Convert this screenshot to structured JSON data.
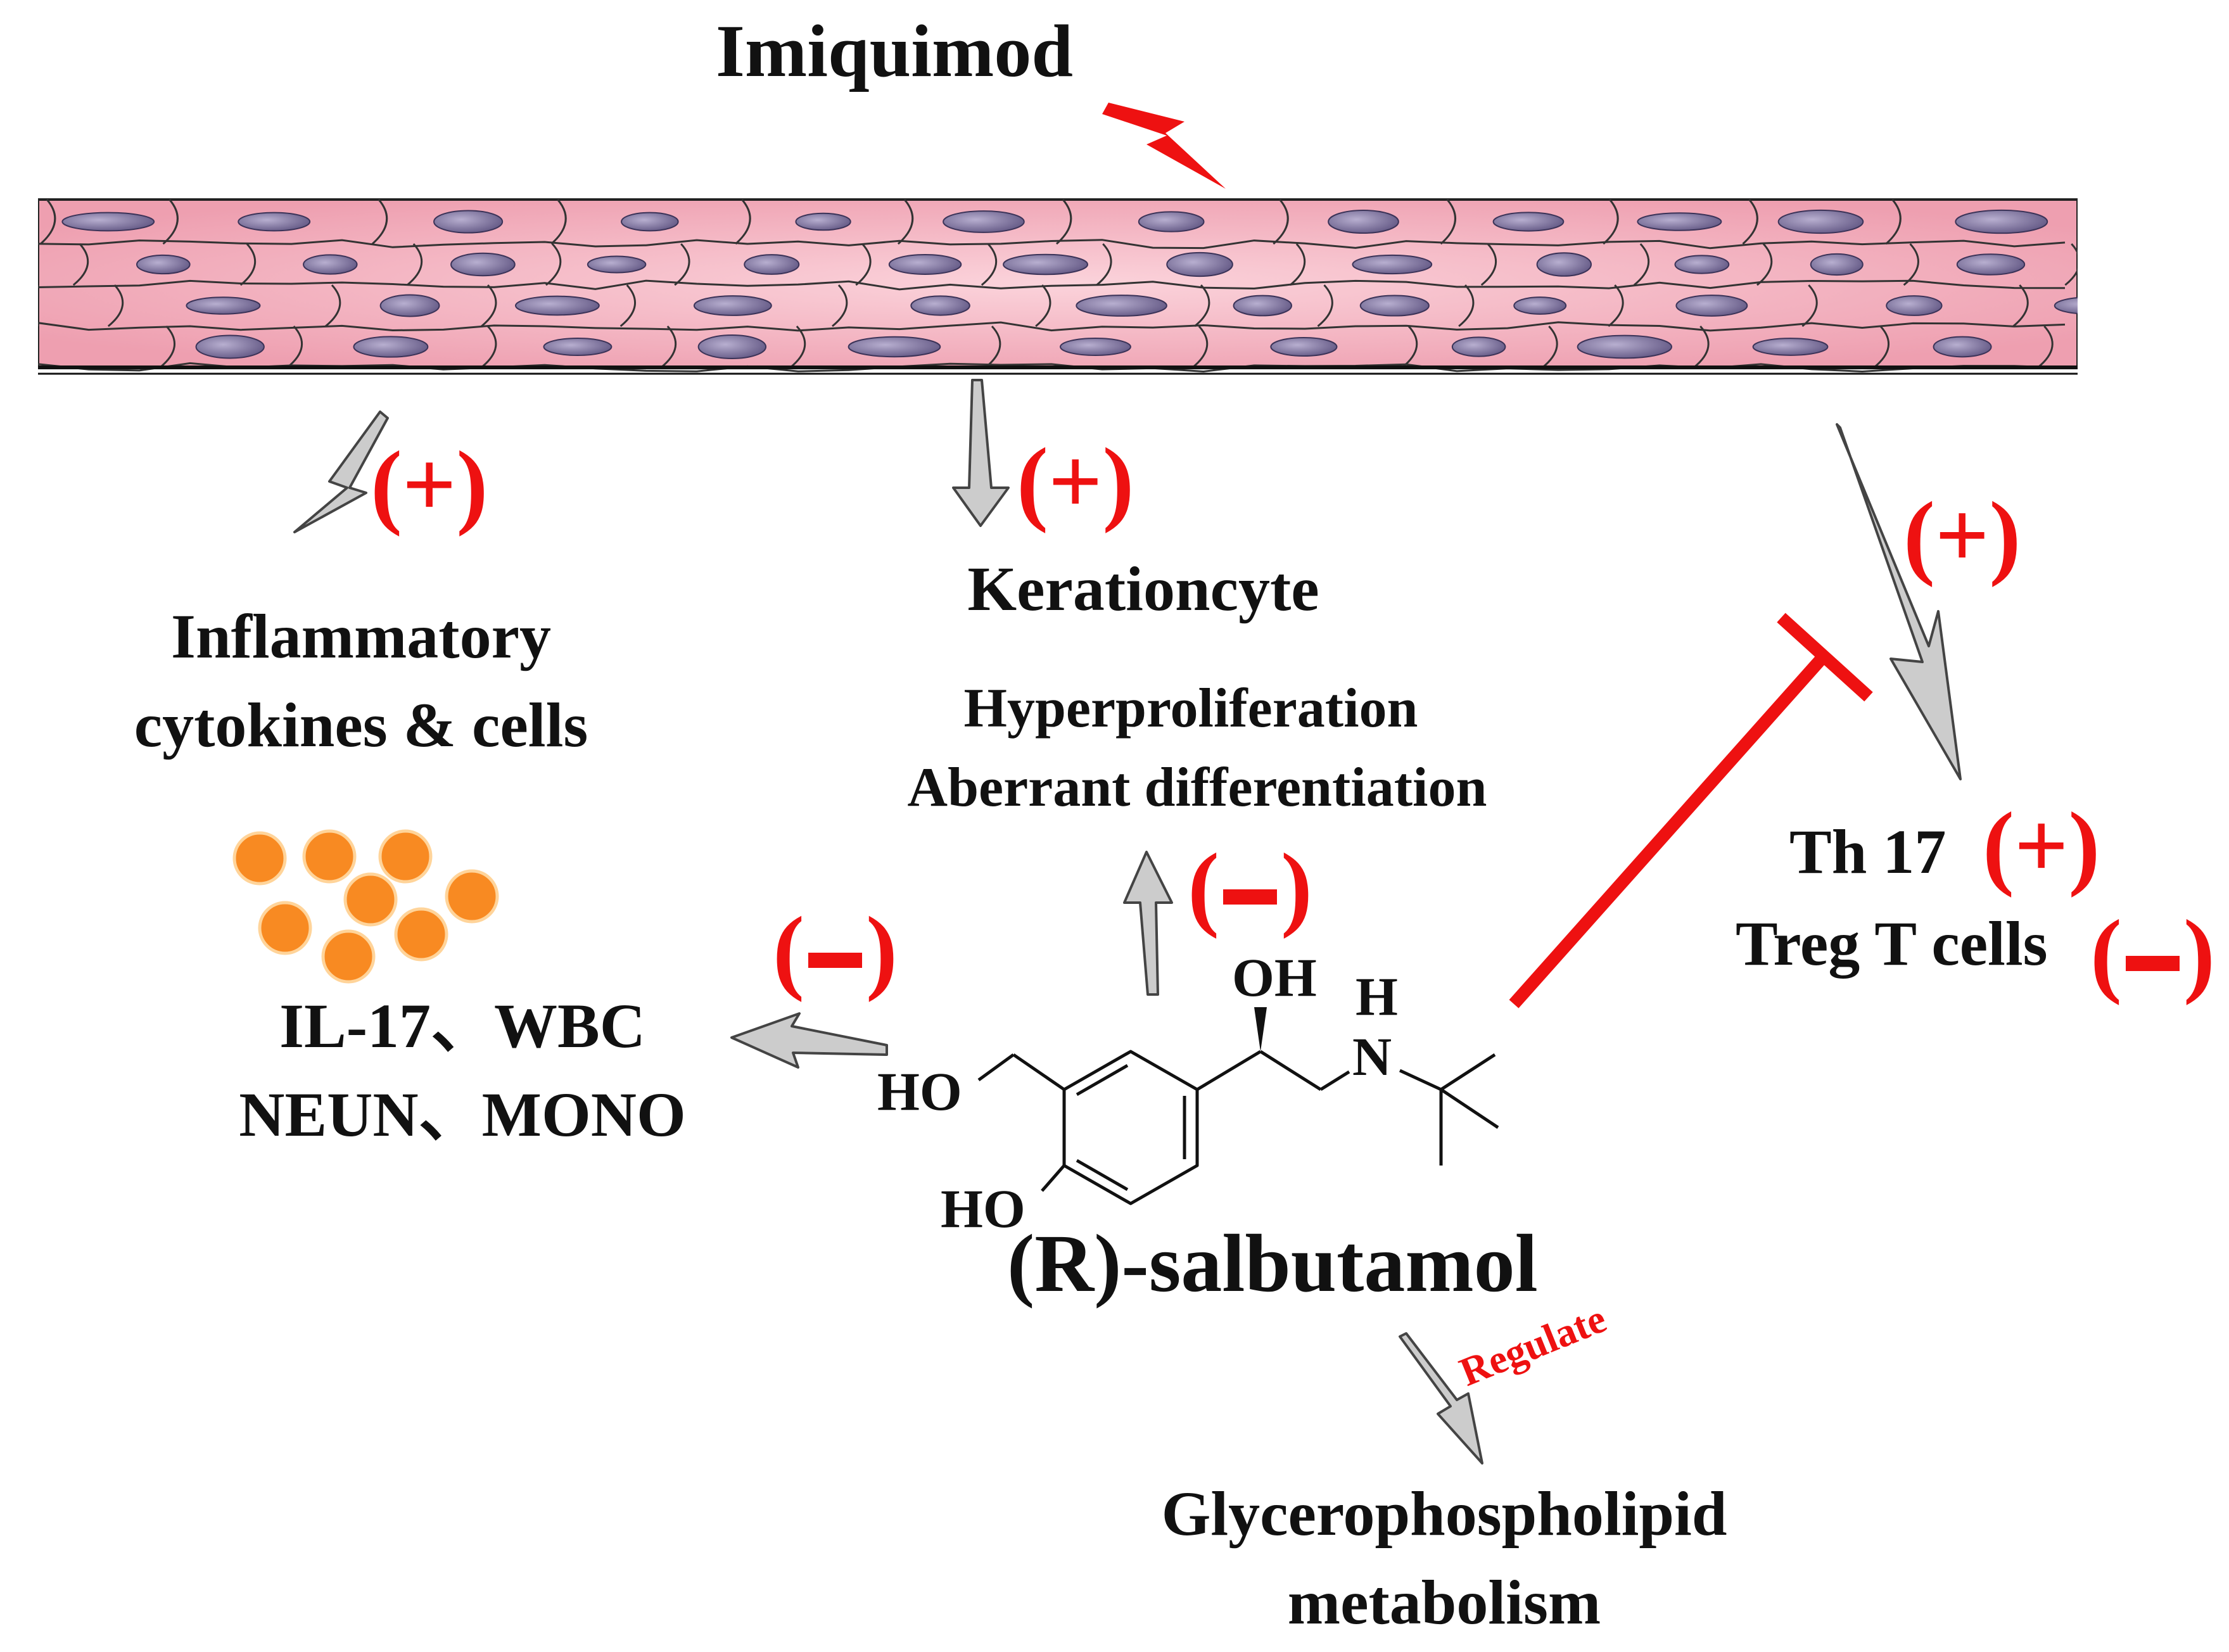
{
  "title": "Imiquimod",
  "labels": {
    "inflammatory_line1": "Inflammatory",
    "inflammatory_line2": "cytokines & cells",
    "keratinocyte": "Kerationcyte",
    "kc_effect1": "Hyperproliferation",
    "kc_effect2": "Aberrant differentiation",
    "markers_line1": "IL-17、WBC",
    "markers_line2": "NEUN、MONO",
    "th17": "Th 17",
    "treg": "Treg T cells",
    "drug": "(R)-salbutamol",
    "metabolism_line1": "Glycerophospholipid",
    "metabolism_line2": "metabolism",
    "regulate": "Regulate"
  },
  "signs": {
    "plus": "(+)",
    "minus_paren_open": "(",
    "minus_paren_close": ")"
  },
  "molecule": {
    "oh": "OH",
    "h": "H",
    "n": "N",
    "ho_ch2": "HO",
    "ho_ring": "HO"
  },
  "colors": {
    "accent_red": "#ee1111",
    "arrow_gray": "#c9c9c9",
    "cell_pink": "#f6b9c6",
    "nucleus": "#7e739e",
    "dot_orange": "#f88a22"
  }
}
